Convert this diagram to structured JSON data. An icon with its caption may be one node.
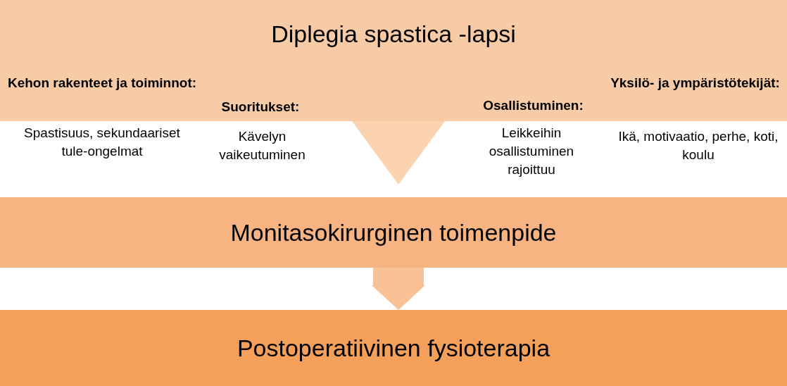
{
  "diagram": {
    "nodes": [
      {
        "text": [
          "Diplegia spastica -lapsi"
        ]
      },
      {
        "text": [
          "Monitasokirurginen toimenpide"
        ]
      },
      {
        "text": [
          "Postoperatiivinen fysioterapia"
        ]
      }
    ],
    "edges": [
      {
        "from": 0,
        "to": 1,
        "arrow": "to"
      },
      {
        "from": 1,
        "to": 2,
        "arrow": "to"
      }
    ],
    "labels": [
      "Kehon rakenteet ja toiminnot:",
      "Suoritukset:",
      "Osallistuminen:",
      "Yksilö- ja ympäristötekijät:",
      "Spastisuus, sekundaariset tule-ongelmat",
      "Kävelyn vaikeutuminen",
      "Leikkeihin osallistuminen rajoittuu",
      "Ikä, motivaatio, perhe, koti, koulu"
    ]
  }
}
